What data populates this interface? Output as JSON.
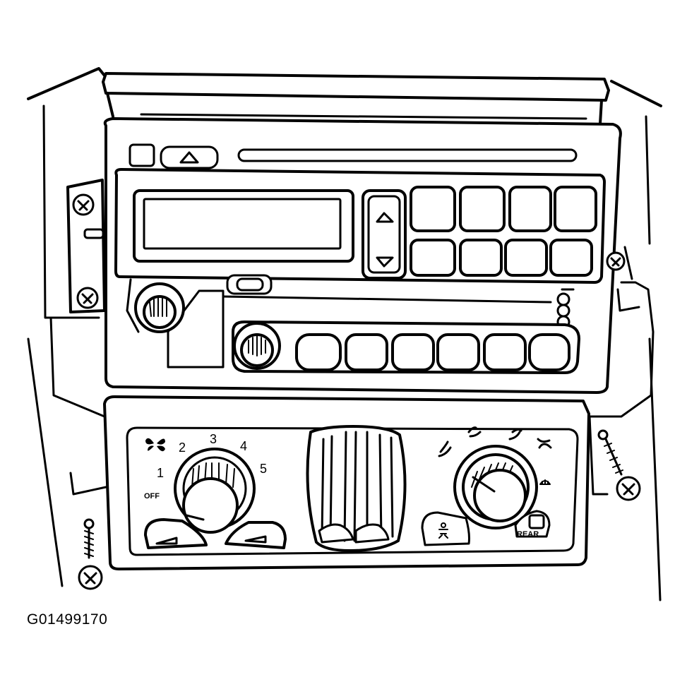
{
  "figure_id": "G01499170",
  "fan_speed_labels": {
    "off": "OFF",
    "s1": "1",
    "s2": "2",
    "s3": "3",
    "s4": "4",
    "s5": "5"
  },
  "rear_label": "REAR",
  "icons": [
    "fan-icon",
    "eject-arrow-icon",
    "seek-up-arrow-icon",
    "seek-down-arrow-icon",
    "screw-icon",
    "recirculation-icon",
    "defrost-icon",
    "vent-mode-icon"
  ]
}
